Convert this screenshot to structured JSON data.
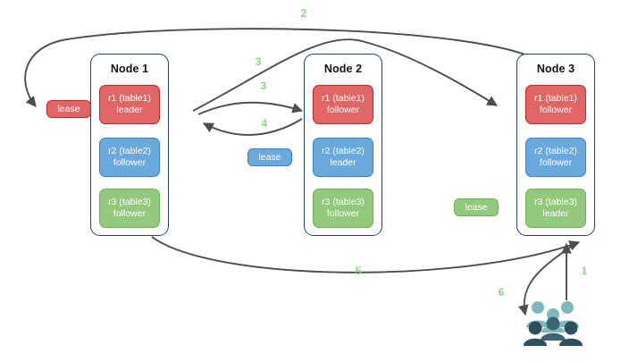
{
  "diagram": {
    "title": "Raft multi-node replica lease diagram",
    "background": "#ffffff",
    "edge_color": "#4d4d4d",
    "node_border_color": "#223f68",
    "step_label_color": "#8fce85",
    "replica_colors": {
      "red": "#e06666",
      "red_border": "#cc2127",
      "blue": "#6aa9dd",
      "blue_border": "#3c7fc4",
      "green": "#93c97c",
      "green_border": "#6fae56"
    },
    "people_colors": {
      "back": "#7fb9bd",
      "front": "#3f6472",
      "front_dark": "#2d4f5e"
    }
  },
  "nodes": [
    {
      "id": "node-1",
      "title": "Node 1",
      "replicas": [
        {
          "id": "n1-r1",
          "color": "red",
          "line1": "r1 (table1)",
          "line2": "leader"
        },
        {
          "id": "n1-r2",
          "color": "blue",
          "line1": "r2 (table2)",
          "line2": "follower"
        },
        {
          "id": "n1-r3",
          "color": "green",
          "line1": "r3 (table3)",
          "line2": "follower"
        }
      ]
    },
    {
      "id": "node-2",
      "title": "Node 2",
      "replicas": [
        {
          "id": "n2-r1",
          "color": "red",
          "line1": "r1 (table1)",
          "line2": "follower"
        },
        {
          "id": "n2-r2",
          "color": "blue",
          "line1": "r2 (table2)",
          "line2": "leader"
        },
        {
          "id": "n2-r3",
          "color": "green",
          "line1": "r3 (table3)",
          "line2": "follower"
        }
      ]
    },
    {
      "id": "node-3",
      "title": "Node 3",
      "replicas": [
        {
          "id": "n3-r1",
          "color": "red",
          "line1": "r1 (table1)",
          "line2": "follower"
        },
        {
          "id": "n3-r2",
          "color": "blue",
          "line1": "r2 (table2)",
          "line2": "follower"
        },
        {
          "id": "n3-r3",
          "color": "green",
          "line1": "r3 (table3)",
          "line2": "leader"
        }
      ]
    }
  ],
  "leases": [
    {
      "id": "lease-red",
      "label": "lease",
      "color": "red"
    },
    {
      "id": "lease-blue",
      "label": "lease",
      "color": "blue"
    },
    {
      "id": "lease-green",
      "label": "lease",
      "color": "green"
    }
  ],
  "steps": [
    {
      "id": "step-1",
      "label": "1"
    },
    {
      "id": "step-2",
      "label": "2"
    },
    {
      "id": "step-3a",
      "label": "3"
    },
    {
      "id": "step-3b",
      "label": "3"
    },
    {
      "id": "step-4",
      "label": "4"
    },
    {
      "id": "step-5",
      "label": "5"
    },
    {
      "id": "step-6",
      "label": "6"
    }
  ],
  "actors": {
    "clients_icon": "people-icon"
  }
}
